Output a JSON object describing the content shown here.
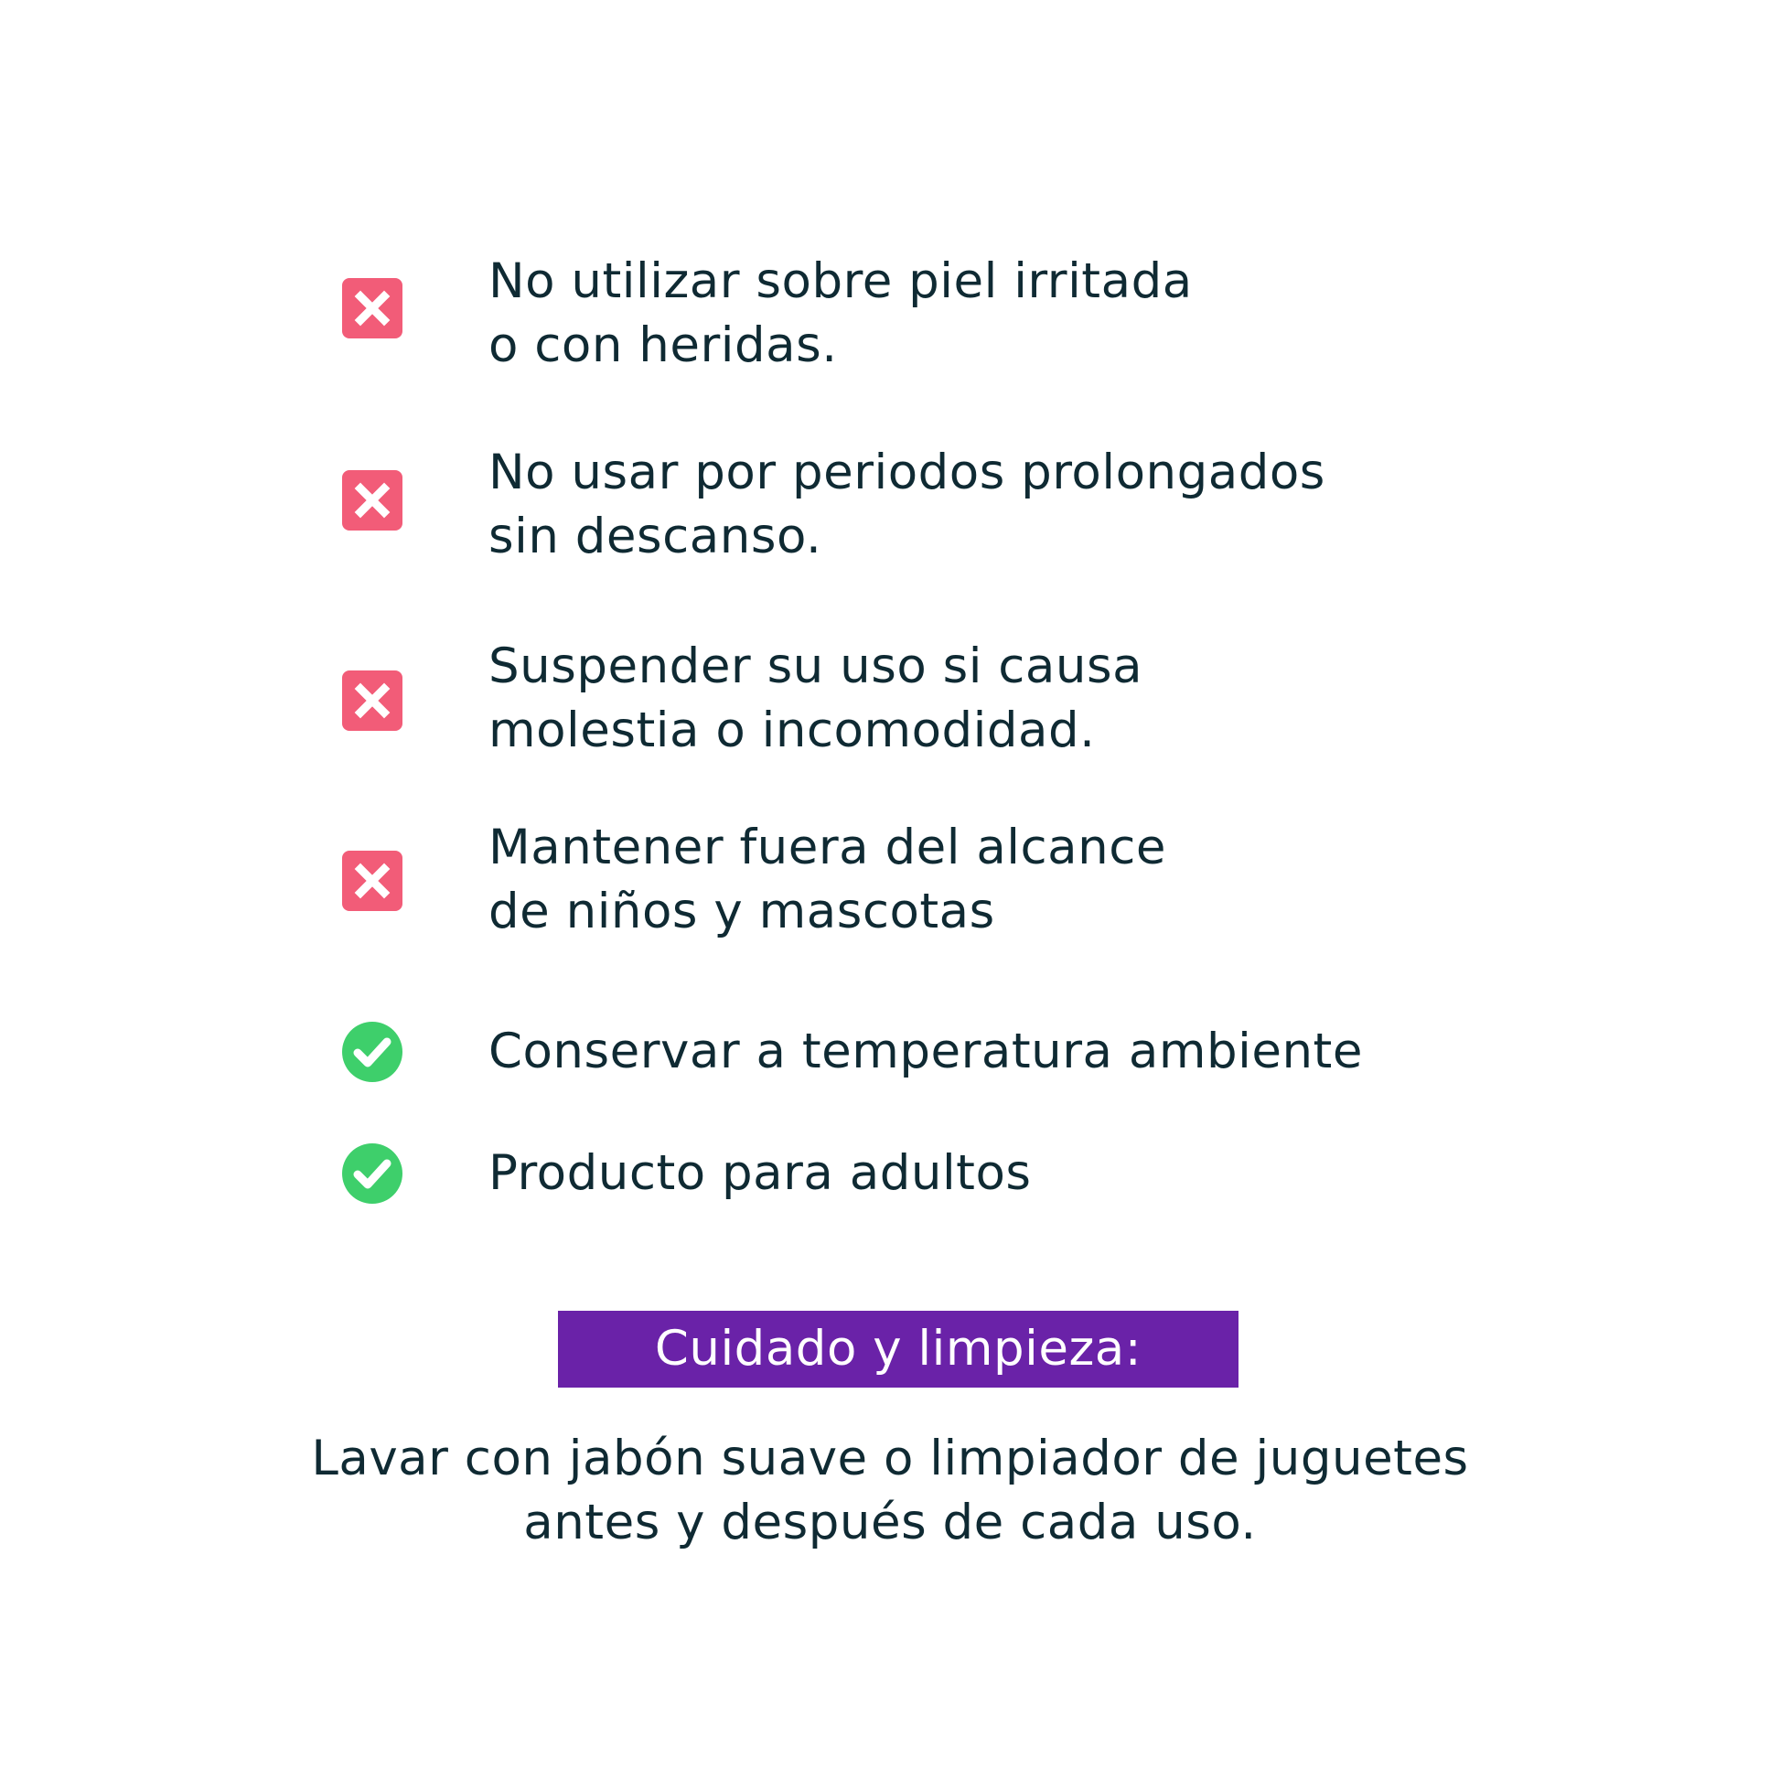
{
  "warnings": [
    {
      "icon": "x-icon",
      "lines": [
        "No utilizar sobre piel irritada",
        "o con heridas."
      ]
    },
    {
      "icon": "x-icon",
      "lines": [
        "No usar por periodos prolongados",
        "sin descanso."
      ]
    },
    {
      "icon": "x-icon",
      "lines": [
        "Suspender su uso si causa",
        "molestia o incomodidad."
      ]
    },
    {
      "icon": "x-icon",
      "lines": [
        "Mantener fuera del alcance",
        "de niños y mascotas"
      ]
    }
  ],
  "recommendations": [
    {
      "icon": "check-icon",
      "text": "Conservar a temperatura ambiente"
    },
    {
      "icon": "check-icon",
      "text": "Producto para adultos"
    }
  ],
  "care": {
    "title": "Cuidado y limpieza:",
    "lines": [
      "Lavar con jabón suave o limpiador de juguetes",
      "antes y después de cada uso."
    ]
  },
  "colors": {
    "text": "#0f2a33",
    "x_icon": "#f25c78",
    "check_icon": "#3ecf6b",
    "care_banner": "#6a22a8"
  }
}
